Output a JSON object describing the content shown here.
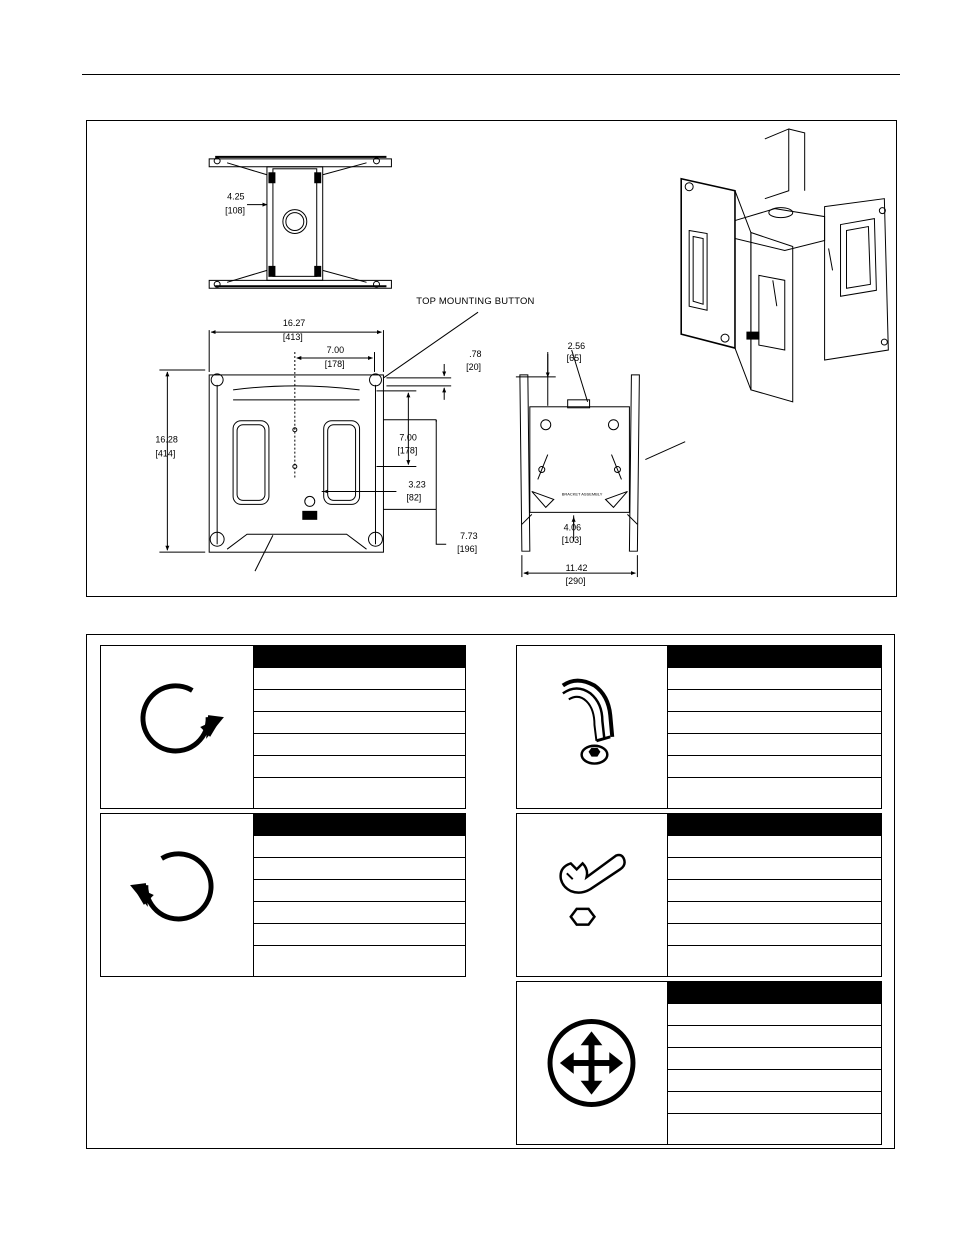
{
  "dimensions": {
    "top_width": "4.25",
    "top_width_mm": "[108]",
    "overall_width": "16.27",
    "overall_width_mm": "[413]",
    "hole_spacing_h": "7.00",
    "hole_spacing_h_mm": "[178]",
    "button_offset": ".78",
    "button_offset_mm": "[20]",
    "overall_height": "16.28",
    "overall_height_mm": "[414]",
    "hole_spacing_v": "7.00",
    "hole_spacing_v_mm": "[178]",
    "center_offset": "3.23",
    "center_offset_mm": "[82]",
    "bottom_offset": "7.73",
    "bottom_offset_mm": "[196]",
    "depth_top": "2.56",
    "depth_top_mm": "[65]",
    "depth_bottom": "4.06",
    "depth_bottom_mm": "[103]",
    "side_width": "11.42",
    "side_width_mm": "[290]",
    "top_mounting_button": "TOP MOUNTING BUTTON"
  },
  "legend": [
    {
      "icon": "clockwise-rotation-icon",
      "rows": 6
    },
    {
      "icon": "allen-wrench-icon",
      "rows": 6
    },
    {
      "icon": "counterclockwise-rotation-icon",
      "rows": 6
    },
    {
      "icon": "open-end-wrench-icon",
      "rows": 6
    },
    {
      "icon": "move-adjust-icon",
      "rows": 6
    }
  ]
}
